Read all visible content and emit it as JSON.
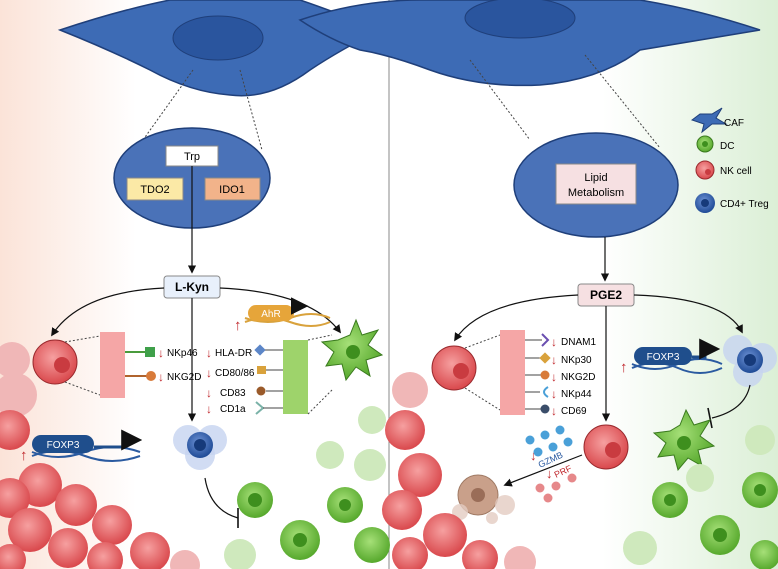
{
  "left": {
    "substrate": "Trp",
    "enzymes": [
      "TDO2",
      "IDO1"
    ],
    "metabolite": "L-Kyn",
    "nk_receptors": [
      "NKp46",
      "NKG2D"
    ],
    "dc_receptors": [
      "HLA-DR",
      "CD80/86",
      "CD83",
      "CD1a"
    ],
    "ahr": "AhR",
    "foxp3": "FOXP3"
  },
  "right": {
    "pathway": [
      "Lipid",
      "Metabolism"
    ],
    "metabolite": "PGE2",
    "nk_receptors": [
      "DNAM1",
      "NKp30",
      "NKG2D",
      "NKp44",
      "CD69"
    ],
    "foxp3": "FOXP3",
    "gzmb": "GZMB",
    "prf": "PRF"
  },
  "legend": [
    {
      "label": "CAF",
      "icon": "caf-icon"
    },
    {
      "label": "DC",
      "icon": "dc-icon"
    },
    {
      "label": "NK cell",
      "icon": "nk-cell-icon"
    },
    {
      "label": "CD4+ Treg",
      "icon": "treg-icon"
    }
  ],
  "colors": {
    "caf": "#3d6bb5",
    "node": "#4a72b8",
    "tdo2": "#fbe9a6",
    "ido1": "#f2b38a",
    "nk": "#e8686a",
    "dc": "#7ecb4a",
    "treg": "#2e5ca8",
    "arrow_down": "#c0282d",
    "foxp3": "#1f4e8c"
  }
}
